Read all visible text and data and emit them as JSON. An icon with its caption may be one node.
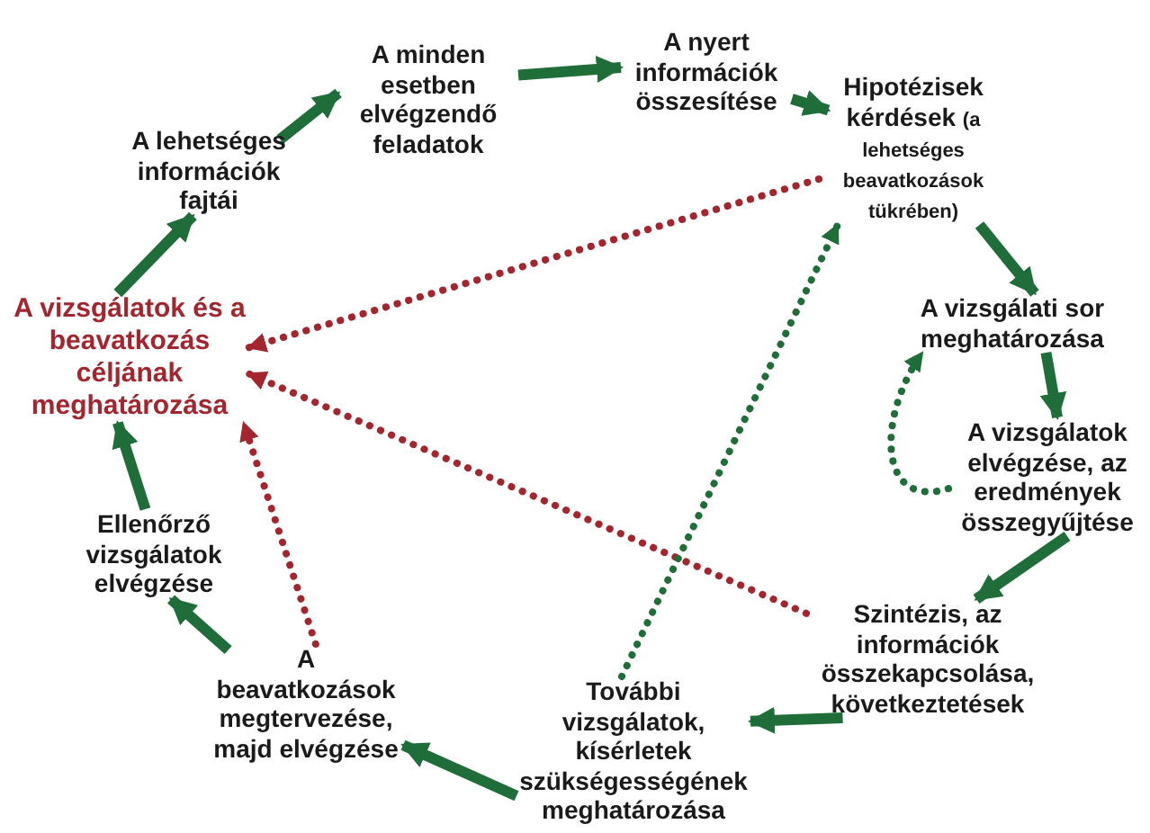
{
  "diagram": {
    "nodes": [
      {
        "text": [
          "A vizsgálatok és a beavatkozás céljának meghatározása"
        ]
      },
      {
        "text": [
          "A lehetséges információk fajtái"
        ]
      },
      {
        "text": [
          "A minden esetben elvégzendő feladatok"
        ]
      },
      {
        "text": [
          "A nyert információk összesítése"
        ]
      },
      {
        "text": [
          "Hipotézisek kérdések",
          "(a lehetséges beavatkozások tükrében)"
        ]
      },
      {
        "text": [
          "A vizsgálati sor meghatározása"
        ]
      },
      {
        "text": [
          "A vizsgálatok elvégzése, az eredmények összegyűjtése"
        ]
      },
      {
        "text": [
          "Szintézis, az információk összekapcsolása, következtetések"
        ]
      },
      {
        "text": [
          "További vizsgálatok, kísérletek szükségességének meghatározása"
        ]
      },
      {
        "text": [
          "A beavatkozások megtervezése, majd elvégzése"
        ]
      },
      {
        "text": [
          "Ellenőrző vizsgálatok elvégzése"
        ]
      }
    ],
    "edges": [
      {
        "from": 0,
        "to": 1,
        "arrow": "to"
      },
      {
        "from": 1,
        "to": 2,
        "arrow": "to"
      },
      {
        "from": 2,
        "to": 3,
        "arrow": "to"
      },
      {
        "from": 3,
        "to": 4,
        "arrow": "to"
      },
      {
        "from": 4,
        "to": 5,
        "arrow": "to"
      },
      {
        "from": 5,
        "to": 6,
        "arrow": "to"
      },
      {
        "from": 6,
        "to": 7,
        "arrow": "to"
      },
      {
        "from": 7,
        "to": 8,
        "arrow": "to"
      },
      {
        "from": 8,
        "to": 9,
        "arrow": "to"
      },
      {
        "from": 9,
        "to": 10,
        "arrow": "to"
      },
      {
        "from": 10,
        "to": 0,
        "arrow": "to"
      },
      {
        "from": 4,
        "to": 0,
        "arrow": "to",
        "style": "dashed",
        "color": "#a3262e"
      },
      {
        "from": 7,
        "to": 0,
        "arrow": "to",
        "style": "dashed",
        "color": "#a3262e"
      },
      {
        "from": 9,
        "to": 0,
        "arrow": "to",
        "style": "dashed",
        "color": "#a3262e"
      },
      {
        "from": 8,
        "to": 4,
        "arrow": "to",
        "style": "dashed"
      },
      {
        "from": 6,
        "to": 5,
        "arrow": "to",
        "style": "dashed"
      }
    ]
  }
}
